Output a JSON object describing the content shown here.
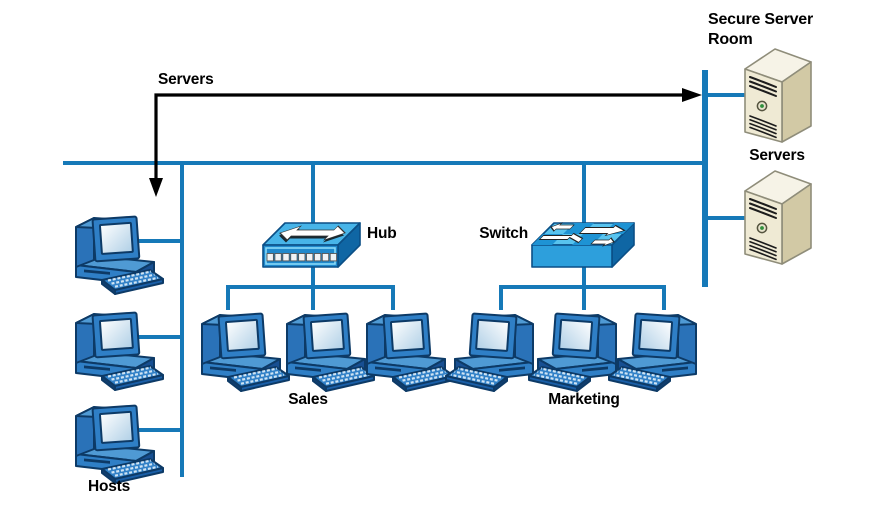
{
  "figure": {
    "type": "network-topology-diagram",
    "background": "#FFFFFF"
  },
  "labels": {
    "arrow_servers": "Servers",
    "secure_server_room_line1": "Secure Server",
    "secure_server_room_line2": "Room",
    "servers_group": "Servers",
    "hub": "Hub",
    "switch": "Switch",
    "sales": "Sales",
    "marketing": "Marketing",
    "hosts": "Hosts"
  },
  "topology": {
    "backbone": "horizontal bus linking hosts segment, hub uplink, switch uplink and secure server room riser",
    "groups": [
      {
        "id": "hosts",
        "label": "Hosts",
        "device": "desktop-computer",
        "count": 3,
        "connection": "individual drops to vertical segment"
      },
      {
        "id": "sales",
        "label": "Sales",
        "device": "desktop-computer",
        "count": 3,
        "connection": "via Hub"
      },
      {
        "id": "marketing",
        "label": "Marketing",
        "device": "desktop-computer",
        "count": 3,
        "connection": "via Switch"
      },
      {
        "id": "servers",
        "label": "Servers",
        "device": "server-tower",
        "count": 2,
        "connection": "riser in Secure Server Room"
      }
    ],
    "interconnect_devices": [
      {
        "id": "hub",
        "label": "Hub"
      },
      {
        "id": "switch",
        "label": "Switch"
      }
    ],
    "annotation_arrow": {
      "label": "Servers",
      "shape": "bent double-headed arrow",
      "endpoints": [
        "hosts segment",
        "secure server room riser"
      ]
    }
  },
  "colors": {
    "link_line": "#1679B8",
    "annotation_arrow": "#000000",
    "device_blue": "#2F7FC6",
    "device_blue_dark": "#174F92",
    "device_blue_light": "#4FB8E8",
    "hub_front": "#2089CC",
    "switch_front": "#2D9FDC",
    "server_front": "#EFEAD4",
    "server_side": "#D2C9A5",
    "server_top": "#F6F3E7",
    "text": "#000000"
  }
}
